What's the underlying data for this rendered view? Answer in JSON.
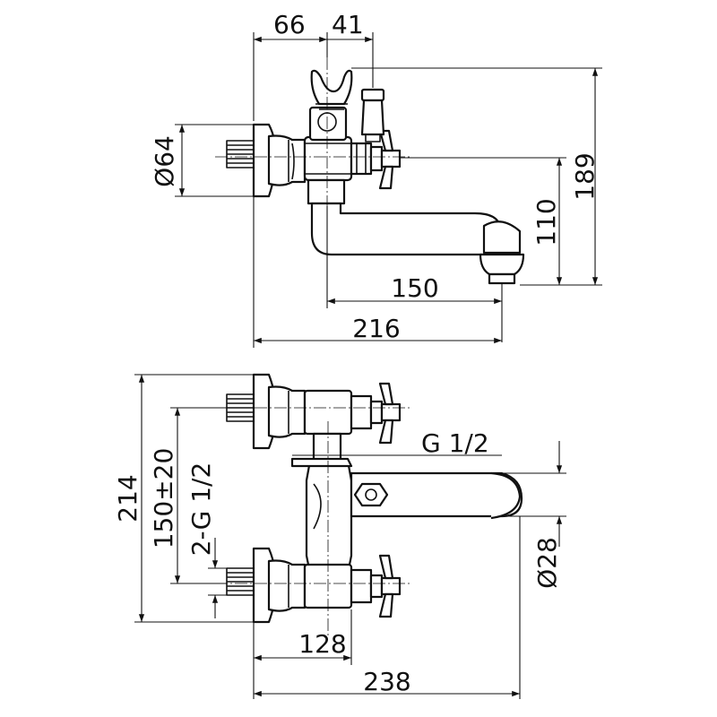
{
  "top_view": {
    "dims": {
      "d66": "66",
      "d41": "41",
      "d64": "Ø64",
      "d110": "110",
      "d189": "189",
      "d150": "150",
      "d216": "216"
    }
  },
  "bottom_view": {
    "dims": {
      "d214": "214",
      "d150pm20": "150±20",
      "d2g12": "2-G 1/2",
      "dg12": "G 1/2",
      "d28": "Ø28",
      "d128": "128",
      "d238": "238"
    }
  }
}
